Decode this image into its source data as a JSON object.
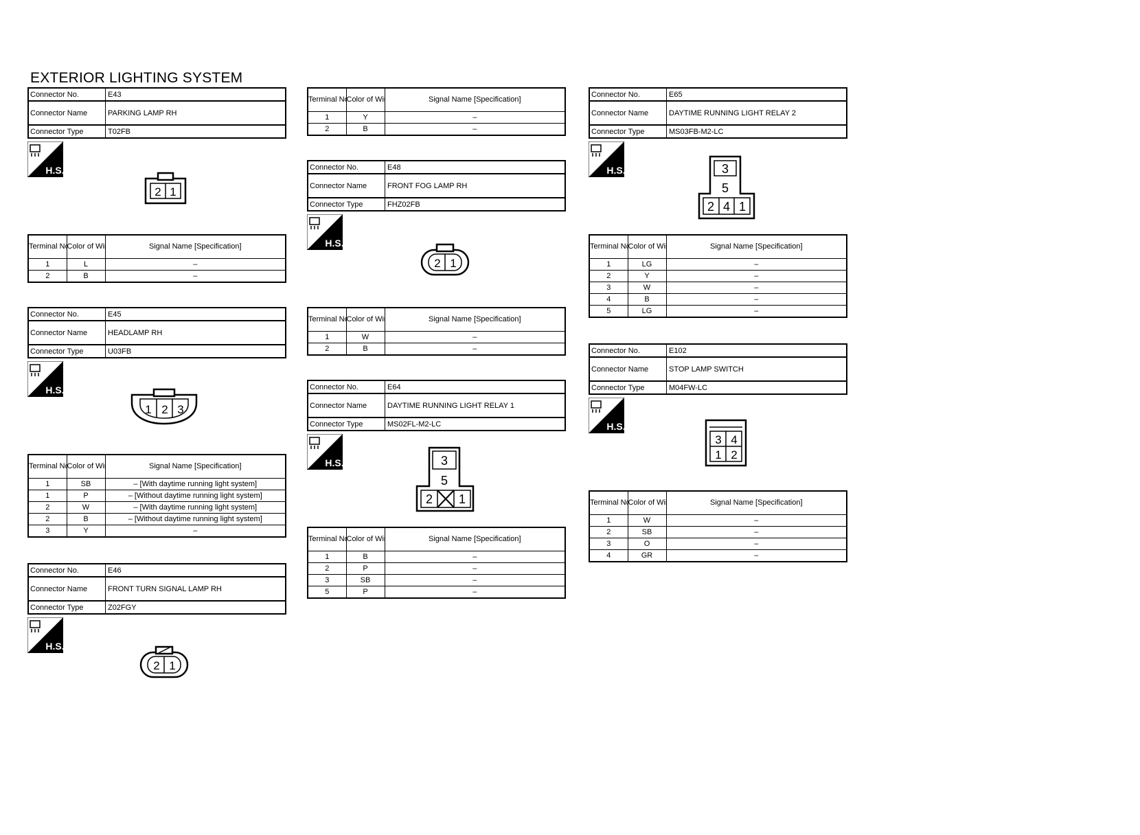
{
  "title": "EXTERIOR LIGHTING SYSTEM",
  "labels": {
    "connector_no": "Connector No.",
    "connector_name": "Connector Name",
    "connector_type": "Connector Type",
    "terminal_no": "Terminal No.",
    "color_of_wire": "Color of Wire",
    "signal_name": "Signal Name [Specification]",
    "hs": "H.S."
  },
  "connectors": {
    "e43": {
      "no": "E43",
      "name": "PARKING LAMP RH",
      "type": "T02FB",
      "terminals": [
        {
          "t": "1",
          "c": "L",
          "s": "–"
        },
        {
          "t": "2",
          "c": "B",
          "s": "–"
        }
      ]
    },
    "e45": {
      "no": "E45",
      "name": "HEADLAMP RH",
      "type": "U03FB",
      "terminals": [
        {
          "t": "1",
          "c": "SB",
          "s": "– [With daytime running light system]"
        },
        {
          "t": "1",
          "c": "P",
          "s": "– [Without daytime running light system]"
        },
        {
          "t": "2",
          "c": "W",
          "s": "– [With daytime running light system]"
        },
        {
          "t": "2",
          "c": "B",
          "s": "– [Without daytime running light system]"
        },
        {
          "t": "3",
          "c": "Y",
          "s": "–"
        }
      ]
    },
    "e46": {
      "no": "E46",
      "name": "FRONT TURN SIGNAL LAMP RH",
      "type": "Z02FGY",
      "terminals": [
        {
          "t": "1",
          "c": "Y",
          "s": "–"
        },
        {
          "t": "2",
          "c": "B",
          "s": "–"
        }
      ]
    },
    "e48": {
      "no": "E48",
      "name": "FRONT FOG LAMP RH",
      "type": "FHZ02FB",
      "terminals": [
        {
          "t": "1",
          "c": "W",
          "s": "–"
        },
        {
          "t": "2",
          "c": "B",
          "s": "–"
        }
      ]
    },
    "e64": {
      "no": "E64",
      "name": "DAYTIME RUNNING LIGHT RELAY 1",
      "type": "MS02FL-M2-LC",
      "terminals": [
        {
          "t": "1",
          "c": "B",
          "s": "–"
        },
        {
          "t": "2",
          "c": "P",
          "s": "–"
        },
        {
          "t": "3",
          "c": "SB",
          "s": "–"
        },
        {
          "t": "5",
          "c": "P",
          "s": "–"
        }
      ]
    },
    "e65": {
      "no": "E65",
      "name": "DAYTIME RUNNING LIGHT RELAY 2",
      "type": "MS03FB-M2-LC",
      "terminals": [
        {
          "t": "1",
          "c": "LG",
          "s": "–"
        },
        {
          "t": "2",
          "c": "Y",
          "s": "–"
        },
        {
          "t": "3",
          "c": "W",
          "s": "–"
        },
        {
          "t": "4",
          "c": "B",
          "s": "–"
        },
        {
          "t": "5",
          "c": "LG",
          "s": "–"
        }
      ]
    },
    "e102": {
      "no": "E102",
      "name": "STOP LAMP SWITCH",
      "type": "M04FW-LC",
      "terminals": [
        {
          "t": "1",
          "c": "W",
          "s": "–"
        },
        {
          "t": "2",
          "c": "SB",
          "s": "–"
        },
        {
          "t": "3",
          "c": "O",
          "s": "–"
        },
        {
          "t": "4",
          "c": "GR",
          "s": "–"
        }
      ]
    }
  },
  "pins": {
    "e43": [
      "2",
      "1"
    ],
    "e45": [
      "1",
      "2",
      "3"
    ],
    "e46": [
      "2",
      "1"
    ],
    "e48": [
      "2",
      "1"
    ],
    "e64": [
      "3",
      "5",
      "2",
      "1"
    ],
    "e65": [
      "3",
      "5",
      "2",
      "4",
      "1"
    ],
    "e102": [
      "3",
      "4",
      "1",
      "2"
    ]
  }
}
